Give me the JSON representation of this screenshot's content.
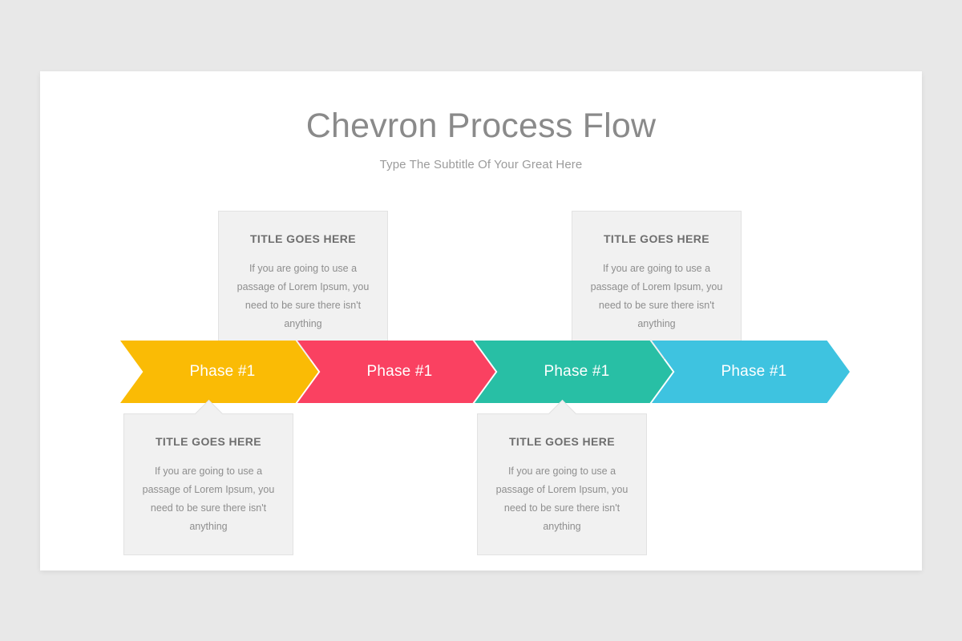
{
  "canvas": {
    "background_color": "#E8E8E8",
    "slide_background_color": "#FFFFFF"
  },
  "header": {
    "title": "Chevron Process Flow",
    "subtitle": "Type The Subtitle Of Your Great Here",
    "title_color": "#8A8A8A",
    "subtitle_color": "#9B9B9B"
  },
  "chevrons": [
    {
      "label": "Phase #1",
      "color": "#FABB05",
      "text_color": "#FFFFFF"
    },
    {
      "label": "Phase #1",
      "color": "#FA4161",
      "text_color": "#FFFFFF"
    },
    {
      "label": "Phase #1",
      "color": "#28BFA5",
      "text_color": "#FFFFFF"
    },
    {
      "label": "Phase #1",
      "color": "#3EC3E0",
      "text_color": "#FFFFFF"
    }
  ],
  "callouts": {
    "box_fill": "#F1F1F1",
    "box_border": "#E2E2E2",
    "top": [
      {
        "title": "TITLE GOES HERE",
        "body": "If you are going to use a passage of Lorem Ipsum, you need to be sure there isn't anything"
      },
      {
        "title": "TITLE GOES HERE",
        "body": "If you are going to use a passage of Lorem Ipsum, you need to be sure there isn't anything"
      }
    ],
    "bottom": [
      {
        "title": "TITLE GOES HERE",
        "body": "If you are going to use a passage of Lorem Ipsum, you need to be sure there isn't anything"
      },
      {
        "title": "TITLE GOES HERE",
        "body": "If you are going to use a passage of Lorem Ipsum, you need to be sure there isn't anything"
      }
    ]
  }
}
